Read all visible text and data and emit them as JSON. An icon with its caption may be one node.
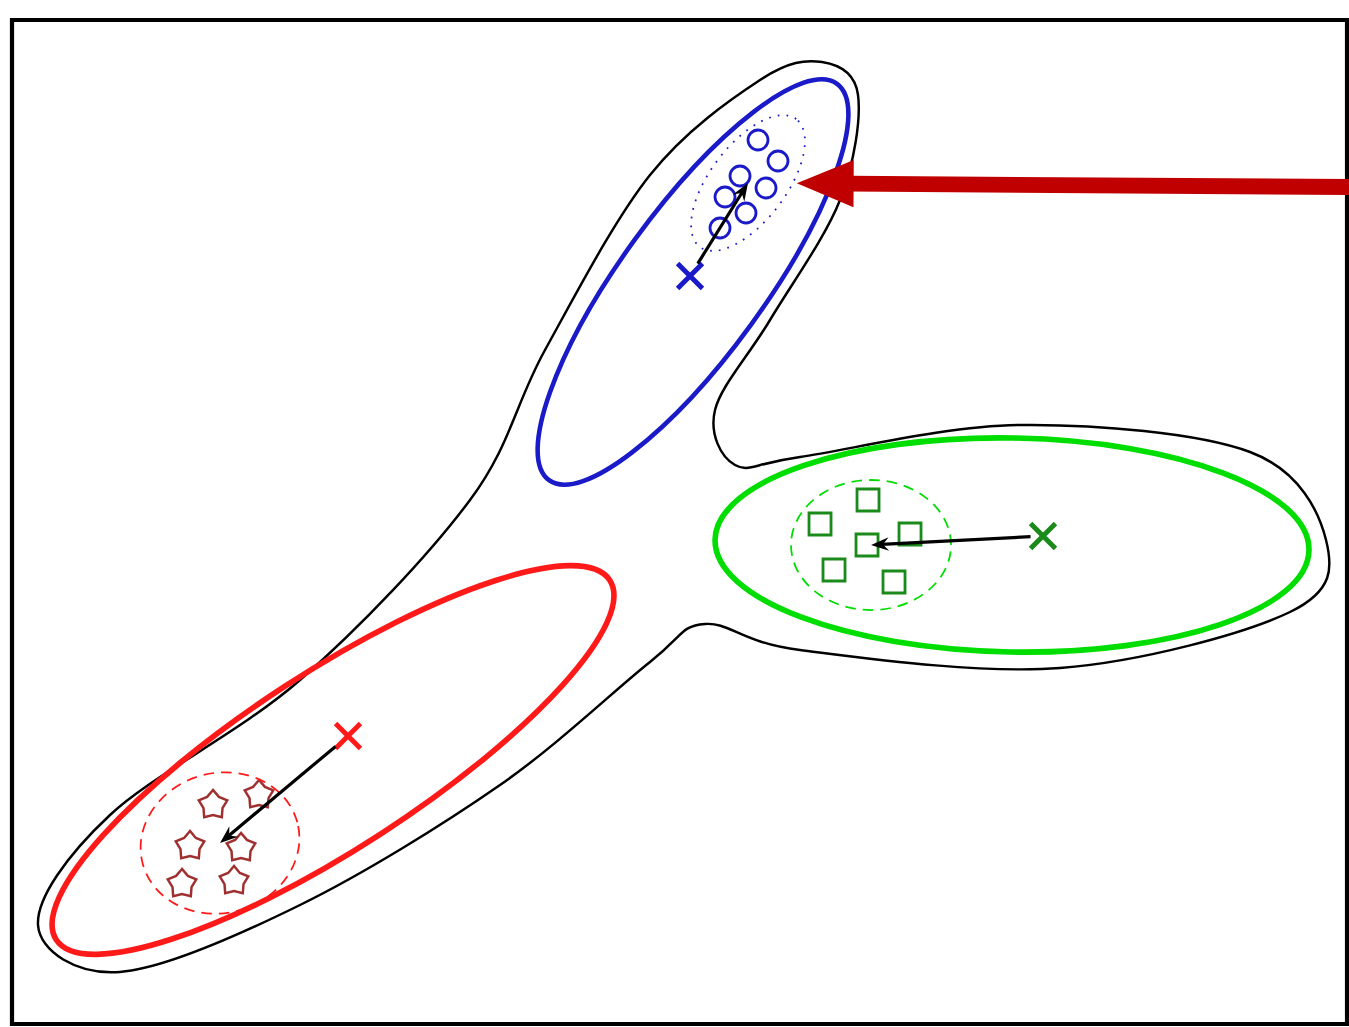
{
  "diagram": {
    "nodes": [
      {
        "text": [],
        "shape": "circle"
      },
      {
        "text": [],
        "shape": "cross"
      },
      {
        "text": [],
        "shape": "circle"
      },
      {
        "text": [],
        "shape": "cross"
      },
      {
        "text": [],
        "shape": "cross"
      },
      {
        "text": [],
        "shape": "circle"
      }
    ],
    "edges": [
      {
        "from": null,
        "to": 0,
        "arrow": "to",
        "style": "thick",
        "color": "#c00000"
      },
      {
        "from": 1,
        "to": 0,
        "arrow": "to"
      },
      {
        "from": 3,
        "to": 2,
        "arrow": "to"
      },
      {
        "from": 4,
        "to": 5,
        "arrow": "to"
      }
    ]
  }
}
